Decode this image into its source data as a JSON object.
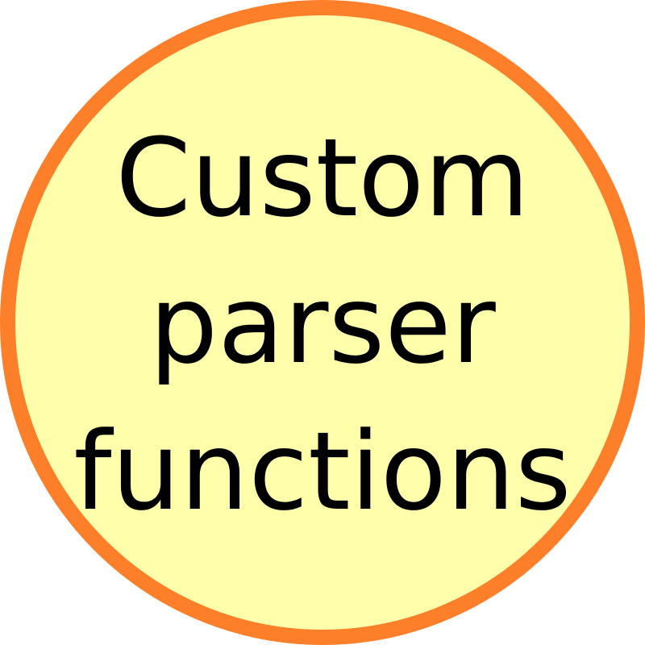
{
  "badge": {
    "lines": [
      "Custom",
      "parser",
      "functions"
    ],
    "fill_color": "#fefeab",
    "border_color": "#fe7f2a",
    "text_color": "#000000"
  }
}
